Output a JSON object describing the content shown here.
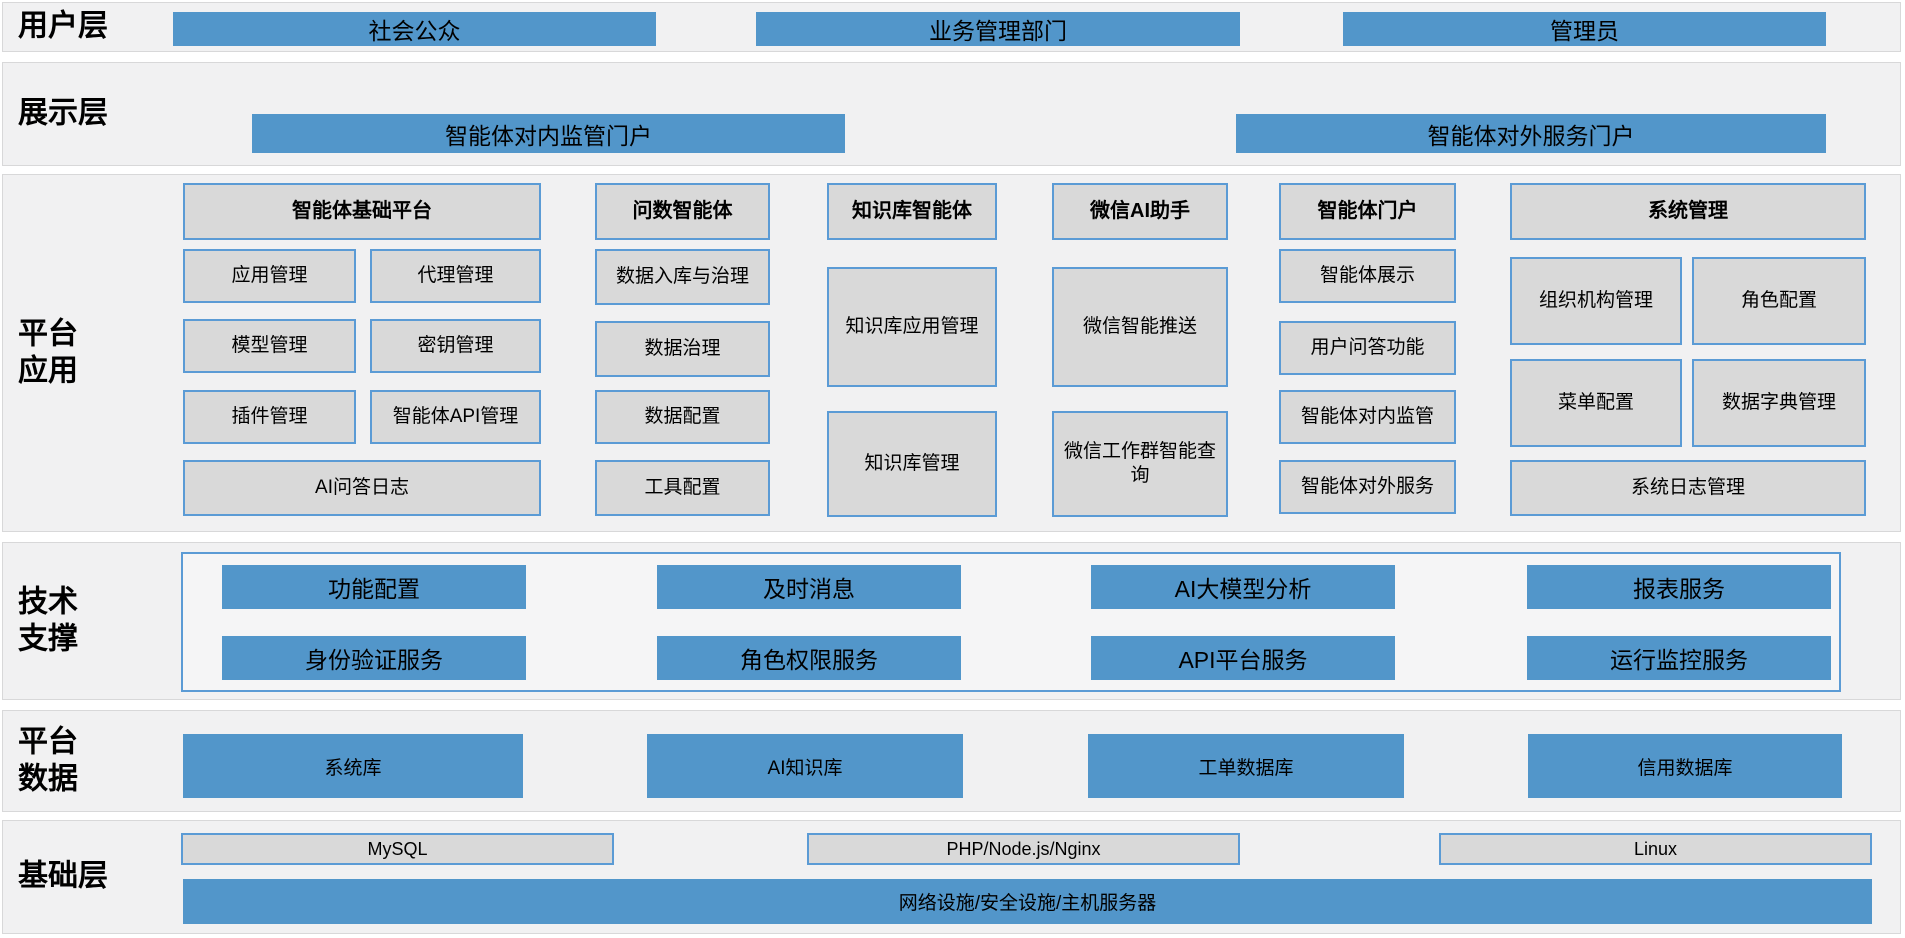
{
  "colors": {
    "accent_blue": "#5296ca",
    "box_fill": "#d9d9d9",
    "box_border": "#5b9bd5",
    "band_bg": "#f1f1f2"
  },
  "user": {
    "label": "用户层",
    "items": [
      "社会公众",
      "业务管理部门",
      "管理员"
    ]
  },
  "display": {
    "label": "展示层",
    "items": [
      "智能体对内监管门户",
      "智能体对外服务门户"
    ]
  },
  "platform": {
    "label_lines": [
      "平台",
      "应用"
    ],
    "columns": [
      {
        "header": "智能体基础平台",
        "items": [
          "应用管理",
          "代理管理",
          "模型管理",
          "密钥管理",
          "插件管理",
          "智能体API管理",
          "AI问答日志"
        ]
      },
      {
        "header": "问数智能体",
        "items": [
          "数据入库与治理",
          "数据治理",
          "数据配置",
          "工具配置"
        ]
      },
      {
        "header": "知识库智能体",
        "items": [
          "知识库应用管理",
          "知识库管理"
        ]
      },
      {
        "header": "微信AI助手",
        "items": [
          "微信智能推送",
          "微信工作群智能查询"
        ]
      },
      {
        "header": "智能体门户",
        "items": [
          "智能体展示",
          "用户问答功能",
          "智能体对内监管",
          "智能体对外服务"
        ]
      },
      {
        "header": "系统管理",
        "items": [
          "组织机构管理",
          "角色配置",
          "菜单配置",
          "数据字典管理",
          "系统日志管理"
        ]
      }
    ]
  },
  "tech": {
    "label_lines": [
      "技术",
      "支撑"
    ],
    "items": [
      "功能配置",
      "及时消息",
      "AI大模型分析",
      "报表服务",
      "身份验证服务",
      "角色权限服务",
      "API平台服务",
      "运行监控服务"
    ]
  },
  "platform_data": {
    "label_lines": [
      "平台",
      "数据"
    ],
    "items": [
      "系统库",
      "AI知识库",
      "工单数据库",
      "信用数据库"
    ]
  },
  "base": {
    "label": "基础层",
    "items": [
      "MySQL",
      "PHP/Node.js/Nginx",
      "Linux"
    ],
    "infra": "网络设施/安全设施/主机服务器"
  }
}
